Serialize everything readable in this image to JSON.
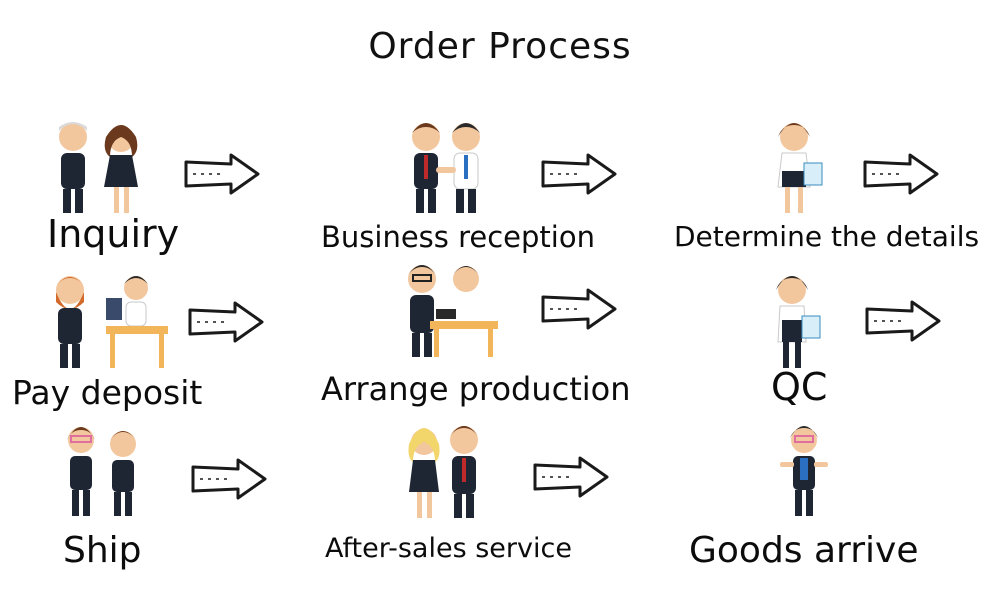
{
  "title": "Order Process",
  "steps": [
    {
      "label": "Inquiry",
      "figure": "two-people-icon"
    },
    {
      "label": "Business reception",
      "figure": "handshake-people-icon"
    },
    {
      "label": "Determine the details",
      "figure": "person-with-clipboard-icon"
    },
    {
      "label": "Pay deposit",
      "figure": "people-at-desk-icon"
    },
    {
      "label": "Arrange production",
      "figure": "people-at-desk-icon"
    },
    {
      "label": "QC",
      "figure": "person-with-clipboard-icon"
    },
    {
      "label": "Ship",
      "figure": "two-people-icon"
    },
    {
      "label": "After-sales service",
      "figure": "two-people-icon"
    },
    {
      "label": "Goods arrive",
      "figure": "person-waving-icon"
    }
  ],
  "colors": {
    "suit": "#1f2633",
    "skin": "#f3c79e",
    "desk": "#f2b559",
    "arrow": "#1a1a1a"
  }
}
